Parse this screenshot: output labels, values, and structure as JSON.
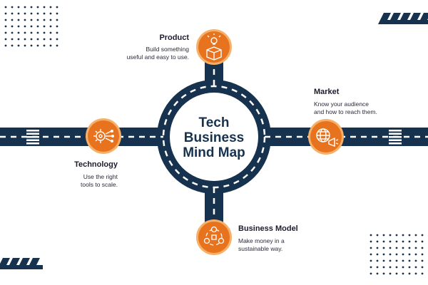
{
  "center": {
    "lines": [
      "Tech",
      "Business",
      "Mind Map"
    ]
  },
  "nodes": [
    {
      "id": "product",
      "title": "Product",
      "description_lines": [
        "Build something",
        "useful and easy to use."
      ],
      "icon": "box-lightbulb-icon"
    },
    {
      "id": "market",
      "title": "Market",
      "description_lines": [
        "Know your audience",
        "and how to reach them."
      ],
      "icon": "globe-megaphone-icon"
    },
    {
      "id": "technology",
      "title": "Technology",
      "description_lines": [
        "Use the right",
        "tools to scale."
      ],
      "icon": "gear-circuit-icon"
    },
    {
      "id": "business_model",
      "title": "Business Model",
      "description_lines": [
        "Make money in a",
        "sustainable way."
      ],
      "icon": "cycle-money-icon"
    }
  ],
  "colors": {
    "road": "#16324f",
    "node_fill": "#e8731e",
    "node_ring": "#f6b06a",
    "lane_mark": "#ffffff",
    "text": "#1c1c2e"
  }
}
